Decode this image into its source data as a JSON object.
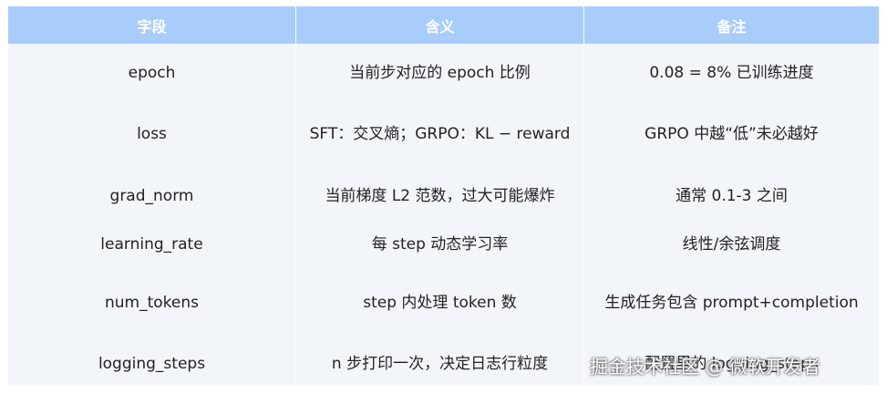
{
  "table": {
    "headers": [
      "字段",
      "含义",
      "备注"
    ],
    "rows": [
      {
        "field": "epoch",
        "meaning": "当前步对应的 epoch 比例",
        "note": "0.08 = 8% 已训练进度"
      },
      {
        "field": "loss",
        "meaning": "SFT：交叉熵；GRPO：KL − reward",
        "note": "GRPO 中越“低”未必越好"
      },
      {
        "field": "grad_norm",
        "meaning": "当前梯度 L2 范数，过大可能爆炸",
        "note": "通常 0.1-3 之间"
      },
      {
        "field": "learning_rate",
        "meaning": "每 step 动态学习率",
        "note": "线性/余弦调度"
      },
      {
        "field": "num_tokens",
        "meaning": "step 内处理 token 数",
        "note": "生成任务包含 prompt+completion"
      },
      {
        "field": "logging_steps",
        "meaning": "n 步打印一次，决定日志行粒度",
        "note": "配置里的 logging_steps"
      }
    ]
  },
  "watermark": "掘金技术社区 @ 微软开发者"
}
